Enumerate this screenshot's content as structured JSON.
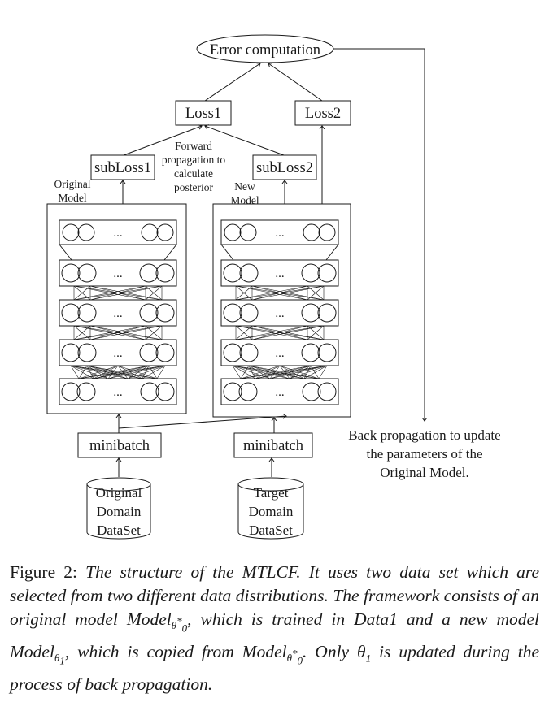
{
  "diagram": {
    "error_node": "Error computation",
    "loss1": "Loss1",
    "loss2": "Loss2",
    "subloss1": "subLoss1",
    "subloss2": "subLoss2",
    "forward_note": [
      "Forward",
      "propagation to",
      "calculate",
      "posterior"
    ],
    "original_model_label": [
      "Original",
      "Model"
    ],
    "new_model_label": [
      "New",
      "Model"
    ],
    "layer_ellipsis": "...",
    "minibatch1": "minibatch",
    "minibatch2": "minibatch",
    "dataset1": [
      "Original",
      "Domain",
      "DataSet"
    ],
    "dataset2": [
      "Target",
      "Domain",
      "DataSet"
    ],
    "backprop_note": [
      "Back propagation to update",
      "the parameters of the",
      "Original Model."
    ]
  },
  "caption": {
    "label": "Figure 2:",
    "text1": "The structure of the MTLCF. It uses two data set which are selected from two different data distributions. The framework consists of an original model",
    "model": "Model",
    "theta0star_sub": "θ",
    "theta0star_subsub": "0",
    "theta0star_sup": "*",
    "text2": ", which is trained in",
    "data1": "Data1",
    "text3": "and a new model",
    "theta1_sub": "θ",
    "theta1_subsub": "1",
    "text4": ", which is copied from",
    "text5": ". Only",
    "theta1": "θ",
    "theta1_idx": "1",
    "text6": "is updated during the process of back propagation."
  }
}
